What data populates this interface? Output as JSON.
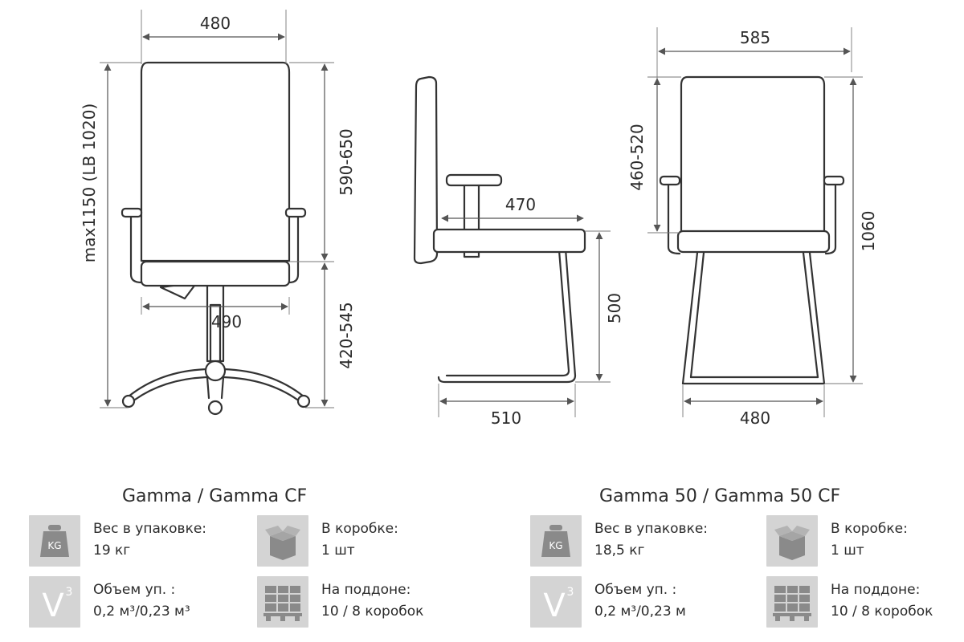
{
  "dimensions": {
    "front_width": "480",
    "total_height": "max1150 (LB 1020)",
    "back_height": "590-650",
    "seat_height_range": "420-545",
    "base_diameter": "490",
    "side_armrest_depth": "470",
    "side_seat_height": "500",
    "side_depth": "510",
    "visitor_width": "585",
    "visitor_back_height": "460-520",
    "visitor_total_height": "1060",
    "visitor_seat_width": "480"
  },
  "specs": [
    {
      "title": "Gamma / Gamma CF",
      "weight_label": "Вес в упаковке:",
      "weight_value": "19 кг",
      "box_label": "В коробке:",
      "box_value": "1 шт",
      "volume_label": "Объем уп. :",
      "volume_value": "0,2 м³/0,23 м³",
      "pallet_label": "На поддоне:",
      "pallet_value": "10 / 8 коробок"
    },
    {
      "title": "Gamma 50 / Gamma 50 CF",
      "weight_label": "Вес в упаковке:",
      "weight_value": "18,5 кг",
      "box_label": "В коробке:",
      "box_value": "1 шт",
      "volume_label": "Объем уп. :",
      "volume_value": "0,2 м³/0,23 м",
      "pallet_label": "На поддоне:",
      "pallet_value": "10 / 8 коробок"
    }
  ],
  "icons": {
    "weight": "weight-kg-icon",
    "box": "box-icon",
    "volume": "volume-v3-icon",
    "pallet": "pallet-icon",
    "weight_text": "KG",
    "volume_text": "V",
    "volume_sup": "3"
  },
  "colors": {
    "icon_bg": "#d4d4d4",
    "line": "#333333"
  }
}
